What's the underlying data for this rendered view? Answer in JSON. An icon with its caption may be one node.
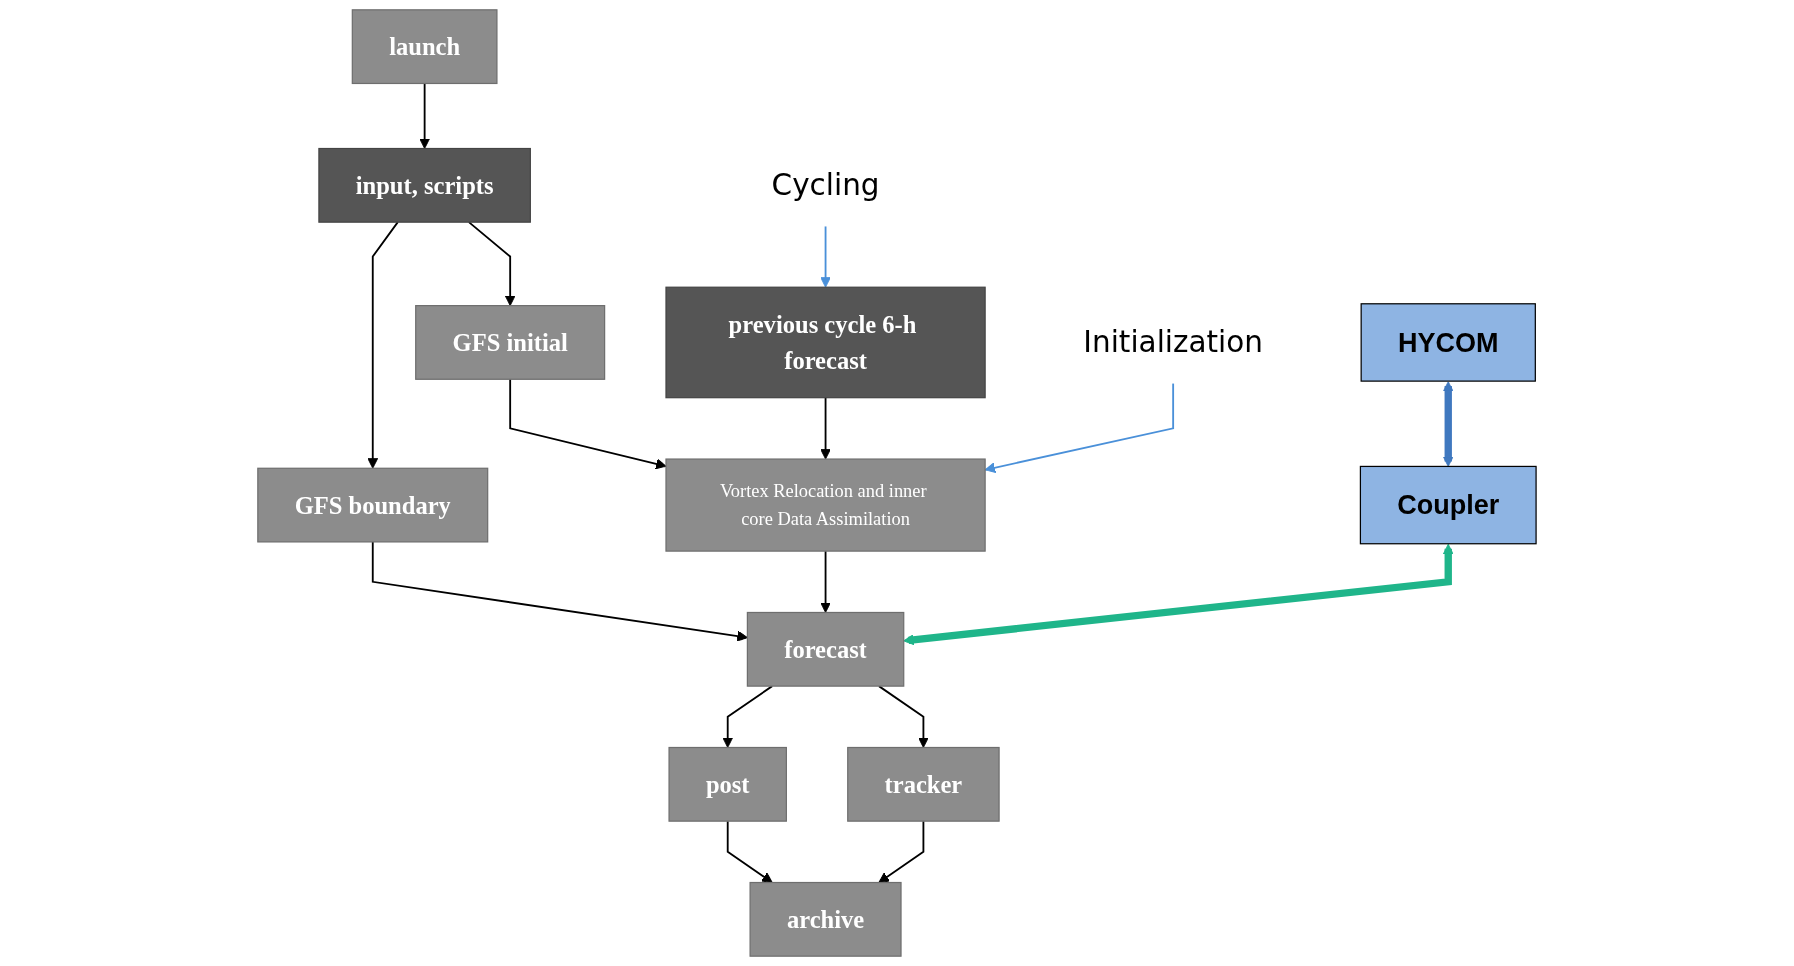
{
  "diagram": {
    "nodes": [
      {
        "text": [
          "launch"
        ]
      },
      {
        "text": [
          "input, scripts"
        ]
      },
      {
        "text": [
          "GFS boundary"
        ]
      },
      {
        "text": [
          "GFS initial"
        ]
      },
      {
        "text": [
          "previous cycle 6-h forecast"
        ]
      },
      {
        "text": [
          "Vortex Relocation and inner core Data Assimilation"
        ]
      },
      {
        "text": [
          "forecast"
        ]
      },
      {
        "text": [
          "post"
        ]
      },
      {
        "text": [
          "tracker"
        ]
      },
      {
        "text": [
          "archive"
        ]
      },
      {
        "text": [
          "HYCOM"
        ]
      },
      {
        "text": [
          "Coupler"
        ]
      },
      {
        "text": [
          "Cycling"
        ]
      },
      {
        "text": [
          "Initialization"
        ]
      }
    ],
    "edges": [
      {
        "from": 0,
        "to": 1,
        "arrow": "to"
      },
      {
        "from": 1,
        "to": 2,
        "arrow": "to"
      },
      {
        "from": 1,
        "to": 3,
        "arrow": "to"
      },
      {
        "from": 3,
        "to": 5,
        "arrow": "to"
      },
      {
        "from": 4,
        "to": 5,
        "arrow": "to"
      },
      {
        "from": 2,
        "to": 6,
        "arrow": "to"
      },
      {
        "from": 5,
        "to": 6,
        "arrow": "to"
      },
      {
        "from": 6,
        "to": 7,
        "arrow": "to"
      },
      {
        "from": 6,
        "to": 8,
        "arrow": "to"
      },
      {
        "from": 7,
        "to": 9,
        "arrow": "to"
      },
      {
        "from": 8,
        "to": 9,
        "arrow": "to"
      },
      {
        "from": 10,
        "to": 11,
        "arrow": "both",
        "style": "thick",
        "color": "#3f78bf"
      },
      {
        "from": 11,
        "to": 6,
        "arrow": "both",
        "style": "thick",
        "color": "#1fb58a"
      },
      {
        "from": 12,
        "to": 4,
        "arrow": "to",
        "color": "#4a90d9"
      },
      {
        "from": 13,
        "to": 5,
        "arrow": "to",
        "color": "#4a90d9"
      }
    ]
  }
}
